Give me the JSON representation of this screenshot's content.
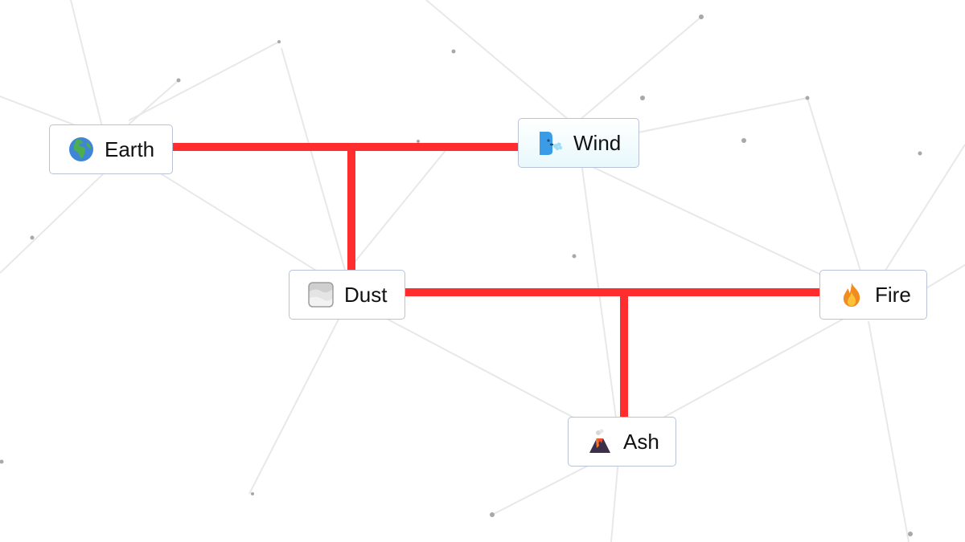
{
  "elements": {
    "earth": {
      "label": "Earth",
      "icon": "globe-africa-icon"
    },
    "wind": {
      "label": "Wind",
      "icon": "wind-face-icon"
    },
    "dust": {
      "label": "Dust",
      "icon": "fog-icon"
    },
    "fire": {
      "label": "Fire",
      "icon": "fire-icon"
    },
    "ash": {
      "label": "Ash",
      "icon": "volcano-icon"
    }
  },
  "recipes": [
    {
      "inputs": [
        "Earth",
        "Wind"
      ],
      "result": "Dust"
    },
    {
      "inputs": [
        "Dust",
        "Fire"
      ],
      "result": "Ash"
    }
  ],
  "colors": {
    "connector": "#ff2d2d",
    "chip_border": "#b9c3d6",
    "background_lines": "#e6e6e6",
    "background_dots": "#9a9a9a"
  }
}
